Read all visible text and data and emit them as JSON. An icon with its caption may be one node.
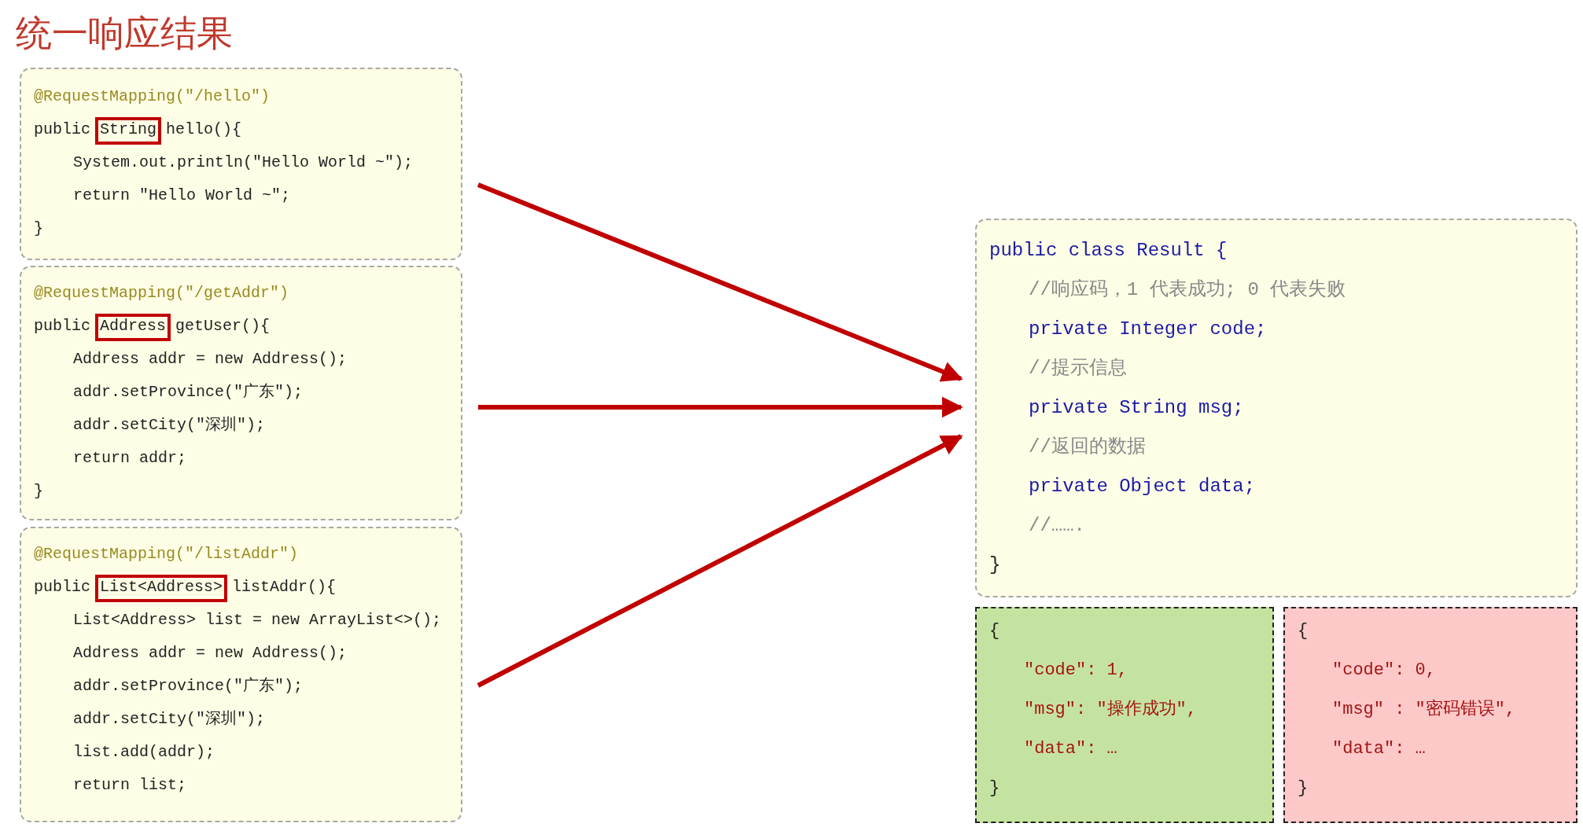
{
  "diagram": {
    "title": "统一响应结果",
    "nodes": [
      {
        "text": [
          "@RequestMapping(\"/hello\")",
          "public String hello(){",
          "System.out.println(\"Hello World ~\");",
          "return \"Hello World ~\";",
          "}"
        ]
      },
      {
        "text": [
          "@RequestMapping(\"/getAddr\")",
          "public Address getUser(){",
          "Address addr = new Address();",
          "addr.setProvince(\"广东\");",
          "addr.setCity(\"深圳\");",
          "return addr;",
          "}"
        ]
      },
      {
        "text": [
          "@RequestMapping(\"/listAddr\")",
          "public List<Address> listAddr(){",
          "List<Address> list = new ArrayList<>();",
          "Address addr = new Address();",
          "addr.setProvince(\"广东\");",
          "addr.setCity(\"深圳\");",
          "list.add(addr);",
          "return list;"
        ]
      },
      {
        "text": [
          "public class Result {",
          "//响应码，1 代表成功; 0 代表失败",
          "private Integer code;",
          "//提示信息",
          "private String msg;",
          "//返回的数据",
          "private Object data;",
          "//…….",
          "}"
        ]
      },
      {
        "text": [
          "{",
          "\"code\": 1,",
          "\"msg\": \"操作成功\",",
          "\"data\": …",
          "}"
        ]
      },
      {
        "text": [
          "{",
          "\"code\": 0,",
          "\"msg\" : \"密码错误\",",
          "\"data\": …",
          "}"
        ]
      }
    ],
    "edges": [
      {
        "from": 0,
        "to": 3,
        "arrow": "to"
      },
      {
        "from": 1,
        "to": 3,
        "arrow": "to"
      },
      {
        "from": 2,
        "to": 3,
        "arrow": "to"
      }
    ]
  }
}
